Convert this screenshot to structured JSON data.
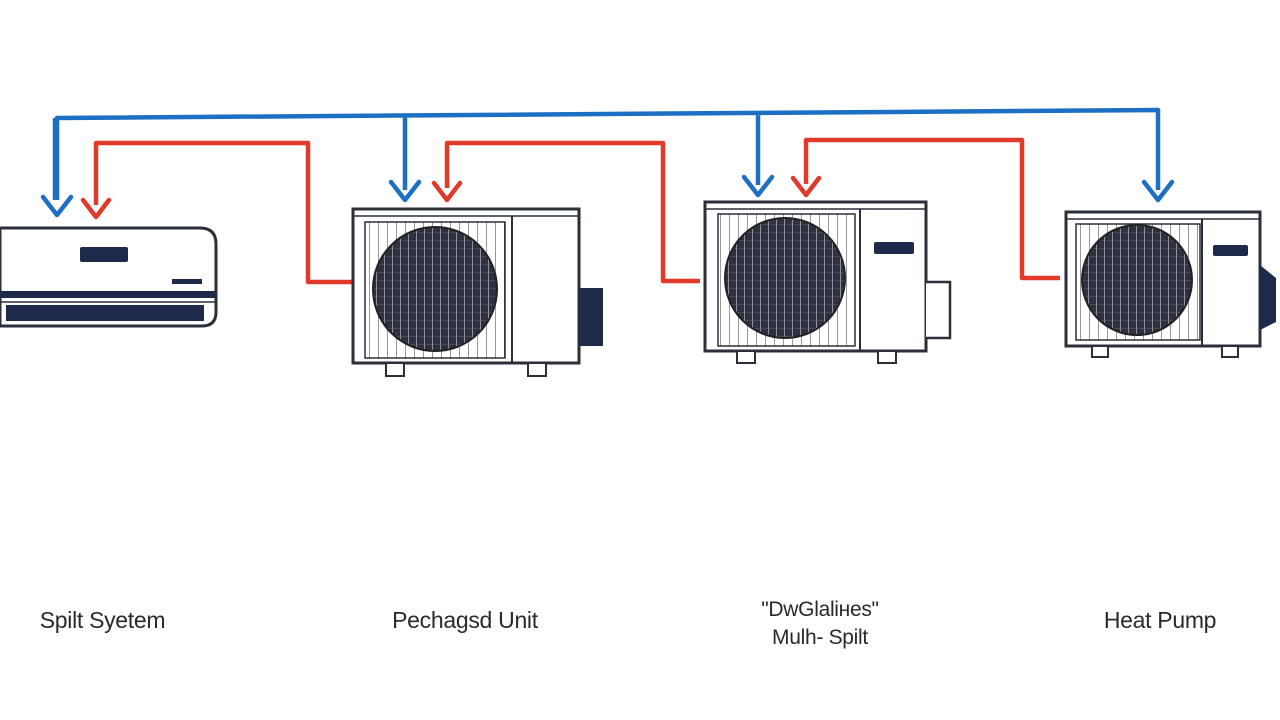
{
  "colors": {
    "supply_line": "#1d6fc4",
    "return_line": "#e23a2a",
    "unit_outline": "#2b2f3a",
    "unit_dark": "#1e2a4a"
  },
  "labels": {
    "split_system": "Spilt Syetem",
    "packaged_unit": "Pechagsd Unit",
    "ductless_line1": "\"DwGlaliнes\"",
    "ductless_line2": "Mulh- Spilt",
    "heat_pump": "Heat Pump"
  },
  "icons": {
    "indoor": "wall-mounted-indoor-unit-icon",
    "outdoor": "outdoor-condenser-unit-icon",
    "arrow": "arrow-down-icon"
  }
}
